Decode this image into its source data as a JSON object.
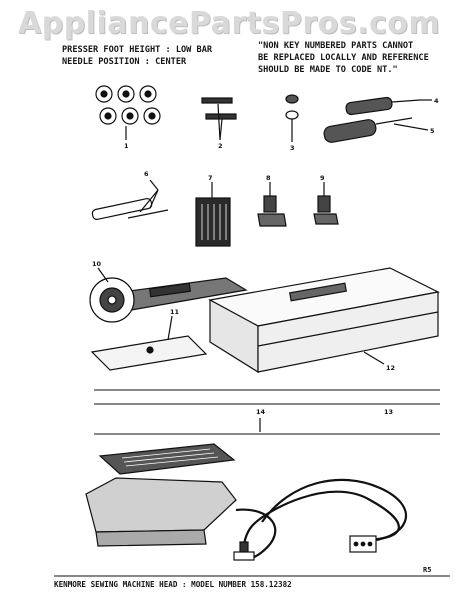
{
  "watermark": "AppliancePartsPros.com",
  "header": {
    "left_line1": "PRESSER FOOT HEIGHT : LOW BAR",
    "left_line2": "NEEDLE POSITION : CENTER",
    "right_line1": "\"NON KEY NUMBERED PARTS CANNOT",
    "right_line2": "BE REPLACED LOCALLY AND REFERENCE",
    "right_line3": "SHOULD BE MADE TO CODE NT.\""
  },
  "callouts": [
    "1",
    "2",
    "3",
    "4",
    "5",
    "6",
    "7",
    "8",
    "9",
    "10",
    "11",
    "12",
    "13",
    "14"
  ],
  "page_code": "R5",
  "footer": "KENMORE SEWING MACHINE HEAD : MODEL NUMBER 158.12382"
}
